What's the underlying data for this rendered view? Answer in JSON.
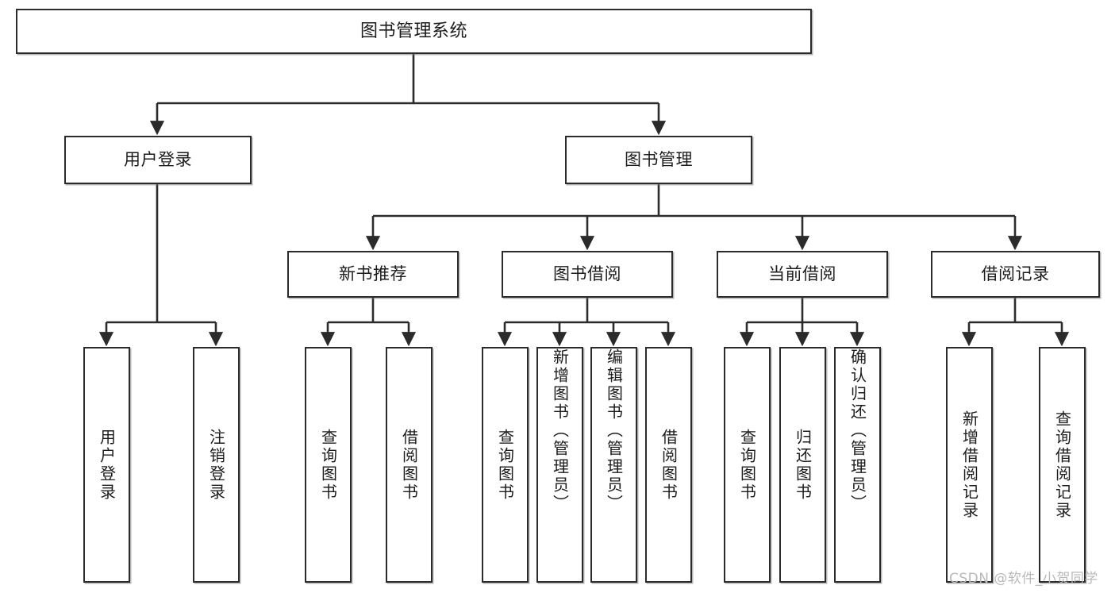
{
  "diagram": {
    "title": "图书管理系统",
    "type": "tree",
    "background_color": "#ffffff",
    "box_border_color": "#2b2b2b",
    "box_fill_color": "#ffffff",
    "edge_color": "#2b2b2b",
    "watermark": "CSDN @软件_小贺同学",
    "watermark_color": "#b9b9b9"
  },
  "nodes": {
    "root": {
      "label": "图书管理系统",
      "level": 1
    },
    "level2": [
      {
        "id": "user-login",
        "label": "用户登录"
      },
      {
        "id": "book-manage",
        "label": "图书管理"
      }
    ],
    "level3": [
      {
        "id": "new-book-recommend",
        "label": "新书推荐",
        "parent": "book-manage"
      },
      {
        "id": "book-borrow",
        "label": "图书借阅",
        "parent": "book-manage"
      },
      {
        "id": "current-borrow",
        "label": "当前借阅",
        "parent": "book-manage"
      },
      {
        "id": "borrow-record",
        "label": "借阅记录",
        "parent": "book-manage"
      }
    ],
    "leaves": [
      {
        "id": "leaf-user-login",
        "label": "用户登录",
        "parent": "user-login"
      },
      {
        "id": "leaf-logout-login",
        "label": "注销登录",
        "parent": "user-login"
      },
      {
        "id": "leaf-query-book-1",
        "label": "查询图书",
        "parent": "new-book-recommend"
      },
      {
        "id": "leaf-borrow-book-1",
        "label": "借阅图书",
        "parent": "new-book-recommend"
      },
      {
        "id": "leaf-query-book-2",
        "label": "查询图书",
        "parent": "book-borrow"
      },
      {
        "id": "leaf-add-book",
        "label": "新增图书（管理员）",
        "parent": "book-borrow"
      },
      {
        "id": "leaf-edit-book",
        "label": "编辑图书（管理员）",
        "parent": "book-borrow"
      },
      {
        "id": "leaf-borrow-book-2",
        "label": "借阅图书",
        "parent": "book-borrow"
      },
      {
        "id": "leaf-query-book-3",
        "label": "查询图书",
        "parent": "current-borrow"
      },
      {
        "id": "leaf-return-book",
        "label": "归还图书",
        "parent": "current-borrow"
      },
      {
        "id": "leaf-confirm-return",
        "label": "确认归还（管理员）",
        "parent": "current-borrow"
      },
      {
        "id": "leaf-add-record",
        "label": "新增借阅记录",
        "parent": "borrow-record"
      },
      {
        "id": "leaf-query-record",
        "label": "查询借阅记录",
        "parent": "borrow-record"
      }
    ]
  }
}
